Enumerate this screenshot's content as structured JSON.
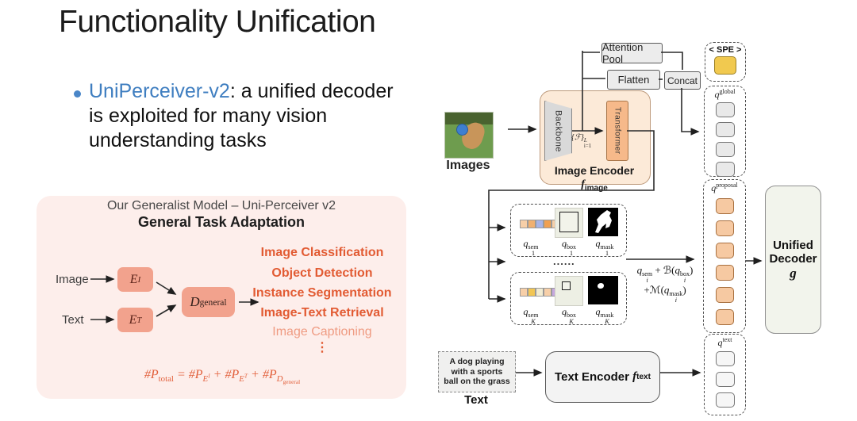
{
  "slide": {
    "title": "Functionality Unification",
    "bullet": {
      "term": "UniPerceiver-v2",
      "after_term": ": a unified decoder",
      "line2": "is exploited for many vision",
      "line3": "understanding tasks"
    }
  },
  "panel": {
    "heading": "Our Generalist Model – Uni-Perceiver v2",
    "subheading": "General Task Adaptation",
    "image_label": "Image",
    "text_label": "Text",
    "ei": {
      "base": "E",
      "sup": "I"
    },
    "et": {
      "base": "E",
      "sup": "T"
    },
    "dgen": {
      "base": "D",
      "sub": "general"
    },
    "tasks": [
      "Image Classification",
      "Object Detection",
      "Instance Segmentation",
      "Image-Text Retrieval",
      "Image Captioning"
    ],
    "ellipsis": "⋮",
    "formula": {
      "hp": "#P",
      "total": "total",
      "eq": "=",
      "plus": "+",
      "e": "E",
      "supI": "I",
      "supT": "T",
      "d": "D",
      "general": "general"
    }
  },
  "diagram": {
    "images_label": "Images",
    "encoder": {
      "backbone": "Backbone",
      "transformer": "Transformer",
      "feat": {
        "brace": "{ℱ}",
        "sup": "L",
        "sub": "i=1"
      },
      "label": "Image Encoder",
      "f": "f",
      "f_sub": "image"
    },
    "attention_pool": "Attention Pool",
    "flatten": "Flatten",
    "concat": "Concat",
    "spe_label": "< SPE >",
    "q_global": {
      "base": "q",
      "sup": "global"
    },
    "q_proposal": {
      "base": "q",
      "sup": "proposal"
    },
    "q_text": {
      "base": "q",
      "sup": "text"
    },
    "row1": {
      "sem": {
        "base": "q",
        "sub": "1",
        "sup": "sem"
      },
      "box": {
        "base": "q",
        "sub": "1",
        "sup": "box"
      },
      "mask": {
        "base": "q",
        "sub": "1",
        "sup": "mask"
      }
    },
    "dots": "......",
    "rowk": {
      "sem": {
        "base": "q",
        "sub": "K",
        "sup": "sem"
      },
      "box": {
        "base": "q",
        "sub": "K",
        "sup": "box"
      },
      "mask": {
        "base": "q",
        "sub": "K",
        "sup": "mask"
      }
    },
    "agg": {
      "q": "q",
      "i": "i",
      "sem": "sem",
      "plus": "+",
      "B": "ℬ",
      "M": "ℳ",
      "lp": "(",
      "rp": ")",
      "box": "box",
      "mask": "mask"
    },
    "decoder": {
      "line1": "Unified",
      "line2": "Decoder",
      "g": "g"
    },
    "text_input": {
      "line1": "A dog playing",
      "line2": "with a sports",
      "line3": "ball on the grass",
      "label": "Text"
    },
    "text_encoder": {
      "label": "Text Encoder",
      "f": "f",
      "f_sub": "text"
    }
  },
  "colors": {
    "accent_blue": "#3f7ec0",
    "panel_bg": "#fdeeeb",
    "salmon_box": "#f2a28d",
    "task_orange": "#e25b33",
    "task_orange_light": "#ef9b82",
    "encoder_bg": "#fcead8",
    "transformer_orange": "#f6b98a",
    "token_orange": "#f6c9a2",
    "spe_yellow": "#f1c94f"
  }
}
